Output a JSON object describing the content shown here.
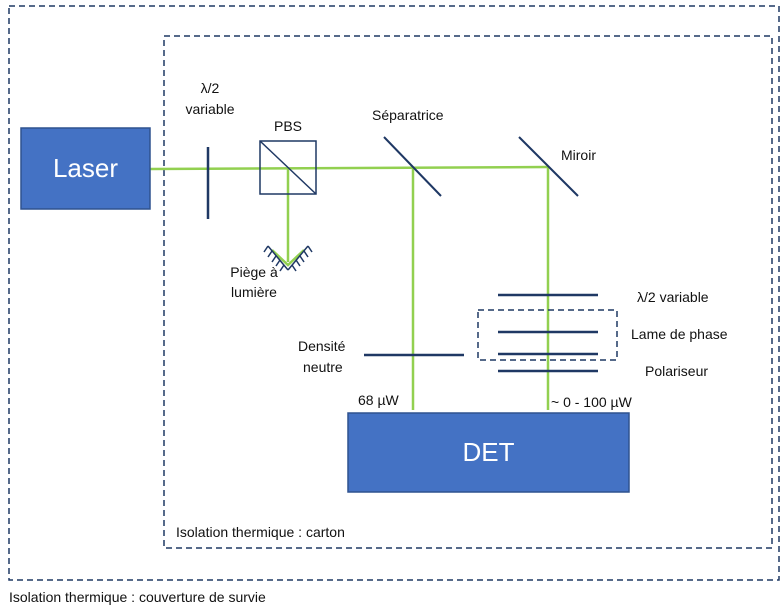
{
  "labels": {
    "lambda2_top_1": "λ/2",
    "lambda2_top_2": "variable",
    "pbs": "PBS",
    "separatrice": "Séparatrice",
    "miroir": "Miroir",
    "piege_1": "Piège à",
    "piege_2": "lumière",
    "lambda2_right": "λ/2 variable",
    "lame_de_phase": "Lame de phase",
    "polariseur": "Polariseur",
    "densite_1": "Densité",
    "densite_2": "neutre",
    "power_left": "68 µW",
    "power_right": "~ 0 - 100 µW",
    "inner_isolation": "Isolation thermique : carton",
    "outer_isolation": "Isolation thermique : couverture de survie"
  },
  "boxes": {
    "laser": "Laser",
    "det": "DET"
  },
  "colors": {
    "beam": "#92d050",
    "box_fill": "#4472c4",
    "box_stroke": "#2f528f",
    "dash": "#1f3864",
    "optic": "#1f3864"
  }
}
